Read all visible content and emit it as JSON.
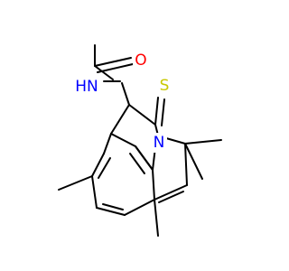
{
  "molecule": {
    "atoms": {
      "oxygen": {
        "label": "O",
        "color": "#ff0000"
      },
      "amide_nitrogen": {
        "label": "HN",
        "color": "#0000ff"
      },
      "sulfur": {
        "label": "S",
        "color": "#c8c800"
      },
      "ring_nitrogen": {
        "label": "N",
        "color": "#0000ff"
      }
    },
    "bond_color": "#000000",
    "background": "#ffffff"
  }
}
